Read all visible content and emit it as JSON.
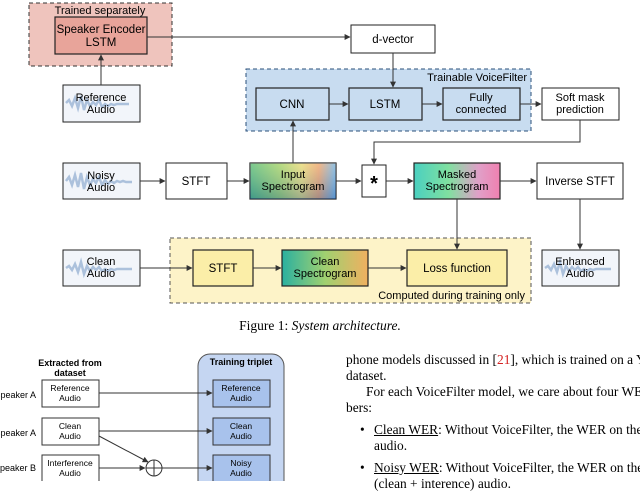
{
  "figure1": {
    "trained_group_label": "Trained separately",
    "speaker_encoder_label": "Speaker Encoder\nLSTM",
    "reference_audio_label": "Reference\nAudio",
    "dvector_label": "d-vector",
    "voicefilter_group_label": "Trainable VoiceFilter",
    "cnn_label": "CNN",
    "lstm_label": "LSTM",
    "fully_connected_label": "Fully\nconnected",
    "soft_mask_label": "Soft mask\nprediction",
    "noisy_audio_label": "Noisy\nAudio",
    "stft_label": "STFT",
    "input_spectrogram_label": "Input\nSpectrogram",
    "multiply_symbol": "*",
    "masked_spectrogram_label": "Masked\nSpectrogram",
    "inverse_stft_label": "Inverse STFT",
    "clean_audio_label": "Clean\nAudio",
    "clean_stft_label": "STFT",
    "clean_spectrogram_label": "Clean\nSpectrogram",
    "loss_function_label": "Loss function",
    "training_group_label": "Computed during training only",
    "enhanced_audio_label": "Enhanced\nAudio",
    "caption_prefix": "Figure 1:",
    "caption_italic": "System architecture."
  },
  "figure2": {
    "extracted_header": "Extracted from\ndataset",
    "training_triplet_header": "Training triplet",
    "speaker_a_1": "Speaker A",
    "speaker_a_2": "Speaker A",
    "speaker_b": "Speaker B",
    "reference_audio": "Reference\nAudio",
    "clean_audio": "Clean\nAudio",
    "interference_audio": "Interference\nAudio",
    "triplet_reference_audio": "Reference\nAudio",
    "triplet_clean_audio": "Clean\nAudio",
    "triplet_noisy_audio": "Noisy\nAudio"
  },
  "body_text": {
    "line1_before": "phone models discussed in [",
    "line1_cite": "21",
    "line1_after": "], which is trained on a Yo",
    "line2": "dataset.",
    "line3": "For each VoiceFilter model, we care about four WER",
    "line4": "bers:",
    "bullet_symbol": "•",
    "bullet1_term": "Clean WER",
    "bullet1_text": ": Without VoiceFilter, the WER on the",
    "bullet1_cont": "audio.",
    "bullet2_term": "Noisy WER",
    "bullet2_text": ": Without VoiceFilter, the WER on the",
    "bullet2_cont": "(clean + interence) audio."
  },
  "colors": {
    "trained_group_fill": "#efc4bd",
    "trained_group_stroke": "#333333",
    "speaker_encoder_fill": "#e8a49a",
    "voicefilter_group_fill": "#c8dcf0",
    "voicefilter_group_stroke": "#2a4f7a",
    "training_group_fill": "#fdf3c8",
    "training_group_stroke": "#555555",
    "node_yellow_fill": "#fbeea8",
    "triplet_column_fill": "#c5d6f2",
    "triplet_box_fill": "#a8c2ec",
    "audio_wave": "#9ab4d4"
  }
}
